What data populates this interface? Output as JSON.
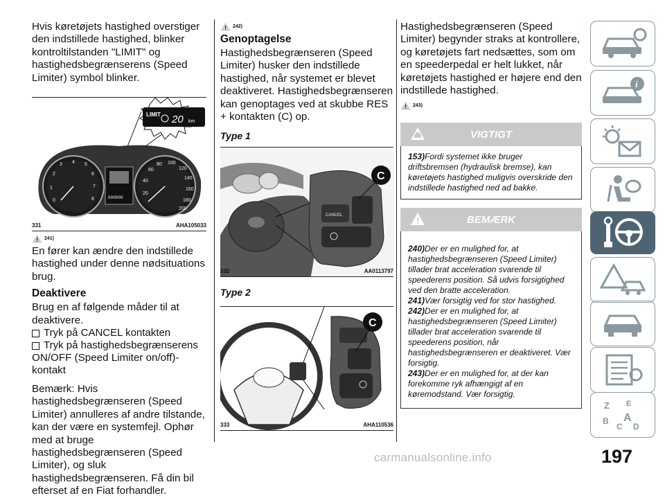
{
  "col1": {
    "intro": "Hvis køretøjets hastighed overstiger den indstillede hastighed, blinker kontroltilstanden \"LIMIT\" og hastighedsbegrænserens (Speed Limiter) symbol blinker.",
    "fig331": {
      "num": "331",
      "code": "AHA105033",
      "limit_label": "LIMIT",
      "speed": "20",
      "speed_unit": "km",
      "odo": "000000"
    },
    "warn_ref": "241)",
    "p2": "En fører kan ændre den indstillede hastighed under denne nødsituations brug.",
    "heading": "Deaktivere",
    "p3": "Brug en af følgende måder til at deaktivere.",
    "list": [
      "Tryk på CANCEL kontakten",
      "Tryk på hastighedsbegrænserens"
    ],
    "p4": "ON/OFF (Speed Limiter on/off)-kontakt",
    "p5": "Bemærk: Hvis hastighedsbegrænseren (Speed Limiter) annulleres af andre tilstande, kan der være en systemfejl. Ophør med at bruge hastighedsbegrænseren (Speed Limiter), og sluk hastighedsbegrænseren. Få din bil efterset af en Fiat forhandler."
  },
  "col2": {
    "warn_ref": "242)",
    "heading": "Genoptagelse",
    "p1": "Hastighedsbegrænseren (Speed Limiter) husker den indstillede hastighed, når systemet er blevet deaktiveret. Hastighedsbegrænseren kan genoptages ved at skubbe RES + kontakten (C) op.",
    "type1": "Type 1",
    "fig332": {
      "num": "332",
      "code": "AA0113797",
      "label": "C",
      "cancel": "CANCEL"
    },
    "type2": "Type 2",
    "fig333": {
      "num": "333",
      "code": "AHA110536",
      "label": "C"
    }
  },
  "col3": {
    "p1": "Hastighedsbegrænseren (Speed Limiter) begynder straks at kontrollere, og køretøjets fart nedsættes, som om en speederpedal er helt lukket, når køretøjets hastighed er højere end den indstillede hastighed.",
    "warn_ref": "243)",
    "vigtigt": {
      "title": "VIGTIGT",
      "items": [
        {
          "ref": "153)",
          "text": "Fordi systemet ikke bruger driftsbremsen (hydraulisk bremse), kan køretøjets hastighed muligvis overskride den indstillede hastighed ned ad bakke."
        }
      ]
    },
    "bemaerk": {
      "title": "BEMÆRK",
      "items": [
        {
          "ref": "240)",
          "text": "Der er en mulighed for, at hastighedsbegrænseren (Speed Limiter) tillader brat acceleration svarende til speederens position. Så udvis forsigtighed ved den bratte acceleration."
        },
        {
          "ref": "241)",
          "text": "Vær forsigtig ved for stor hastighed."
        },
        {
          "ref": "242)",
          "text": "Der er en mulighed for, at hastighedsbegrænseren (Speed Limiter) tillader brat acceleration svarende til speederens position, når hastighedsbegrænseren er deaktiveret. Vær forsigtig."
        },
        {
          "ref": "243)",
          "text": "Der er en mulighed for, at der kan forekomme ryk afhængigt af en køremodstand. Vær forsigtig."
        }
      ]
    }
  },
  "page_number": "197",
  "watermark": "carmanualsonline.info",
  "sidebar": {
    "icons": [
      "car-dashboard-icon",
      "car-info-icon",
      "lights-message-icon",
      "airbag-seat-icon",
      "key-steering-wheel-icon",
      "warning-car-icon",
      "car-service-icon",
      "specifications-list-icon",
      "index-alphabet-icon"
    ],
    "active_index": 4
  },
  "colors": {
    "sidebar_active": "#4e6472",
    "sidebar_border": "#8a99a0",
    "notice_header": "#c9c9c9"
  }
}
